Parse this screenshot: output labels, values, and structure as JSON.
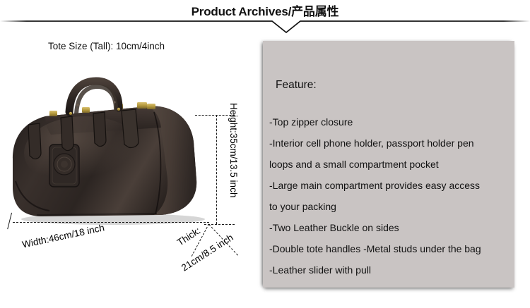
{
  "header": {
    "title": "Product Archives/产品属性"
  },
  "diagram": {
    "tote_size_label": "Tote Size (Tall): 10cm/4inch",
    "height_label": "Height:35cm/13.5 inch",
    "width_label": "Width:46cm/18 inch",
    "thick_label_line1": "Thick:",
    "thick_label_line2": "21cm/8.5 inch",
    "product_image_alt": "brown leather duffel travel bag"
  },
  "features": {
    "heading": "Feature:",
    "items": [
      "-Top zipper closure",
      "-Interior cell phone holder, passport holder pen",
      "loops and a small compartment pocket",
      "-Large main compartment provides easy access",
      "to your packing",
      "-Two Leather Buckle on sides",
      "-Double tote handles -Metal studs under the bag",
      "-Leather slider with pull"
    ]
  },
  "colors": {
    "panel_background": "#c9c4c3",
    "page_background": "#ffffff",
    "text": "#111111",
    "guide_line": "#1a1a1a",
    "leather_dark": "#2b2522",
    "leather_mid": "#3d3431",
    "hardware_brass": "#b59a3e"
  }
}
